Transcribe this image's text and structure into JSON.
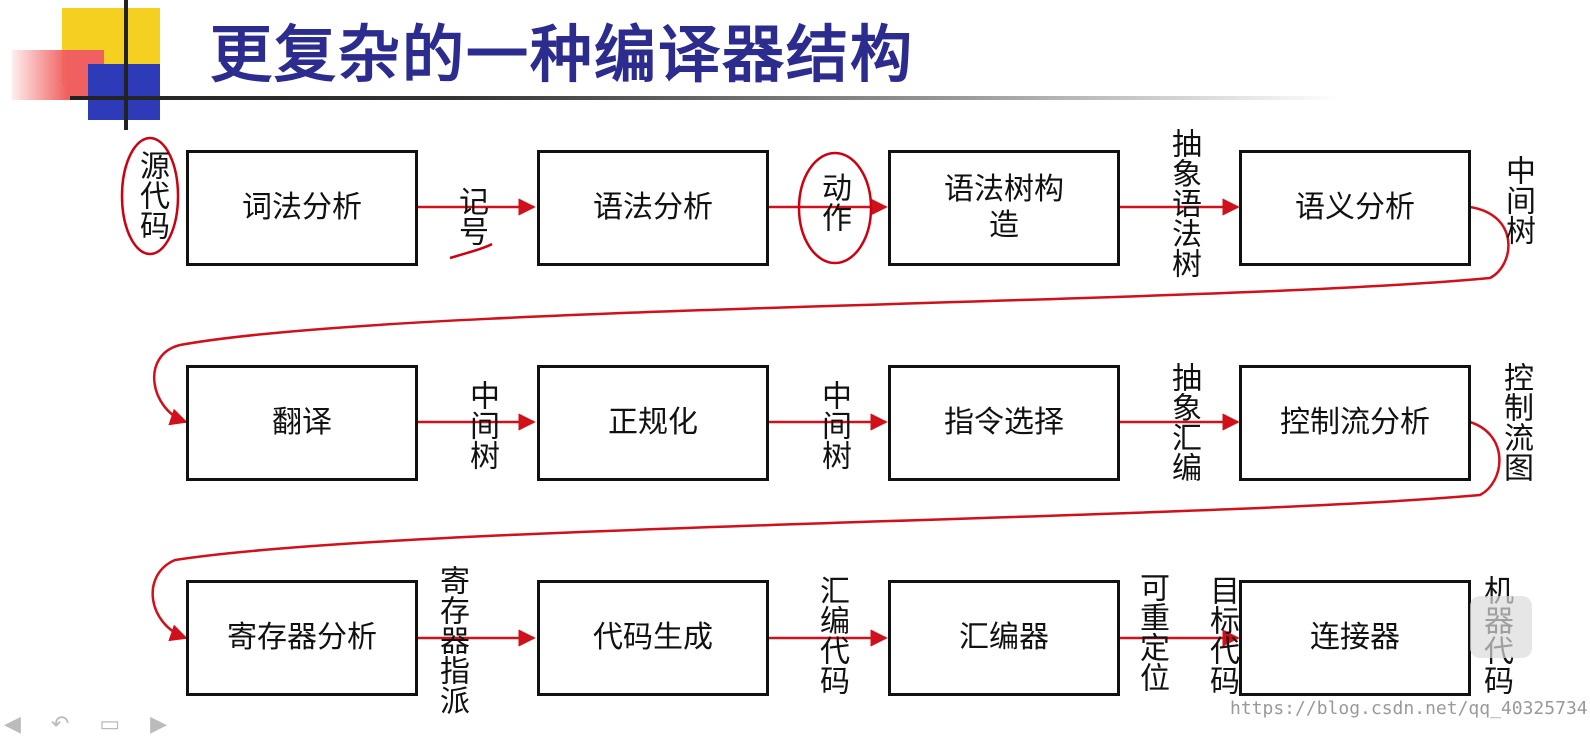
{
  "title": "更复杂的一种编译器结构",
  "rows": [
    {
      "boxes": [
        "词法分析",
        "语法分析",
        "语法树构\n造",
        "语义分析"
      ],
      "labels": [
        "源代码",
        "记号",
        "动作",
        "抽象语法树",
        "中间树"
      ]
    },
    {
      "boxes": [
        "翻译",
        "正规化",
        "指令选择",
        "控制流分析"
      ],
      "labels": [
        "中间树",
        "中间树",
        "抽象汇编",
        "控制流图"
      ]
    },
    {
      "boxes": [
        "寄存器分析",
        "代码生成",
        "汇编器",
        "连接器"
      ],
      "labels": [
        "寄存器指派",
        "汇编代码",
        "可重定位",
        "目标代码",
        "机器代码"
      ]
    }
  ],
  "watermark": "https://blog.csdn.net/qq_40325734",
  "colors": {
    "title": "#2c2c8f",
    "arrow": "#d0101a",
    "annotation": "#cc0010"
  },
  "nav_icons": [
    "prev-icon",
    "back-icon",
    "menu-icon",
    "next-icon"
  ]
}
